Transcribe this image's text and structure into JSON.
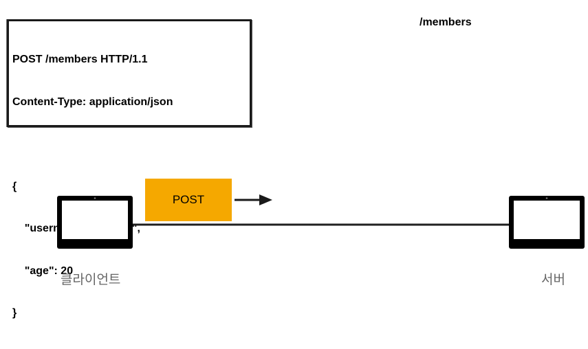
{
  "request": {
    "lines": [
      "POST /members HTTP/1.1",
      "Content-Type: application/json",
      "",
      "{",
      "    \"username\": \"young\",",
      "    \"age\": 20",
      "}"
    ]
  },
  "path_label": "/members",
  "method_label": "POST",
  "client_label": "클라이언트",
  "server_label": "서버",
  "icons": {
    "client": "monitor-icon",
    "server": "monitor-icon",
    "arrow": "arrow-right-icon"
  },
  "colors": {
    "method_box": "#f5a800",
    "label_text": "#666666"
  }
}
